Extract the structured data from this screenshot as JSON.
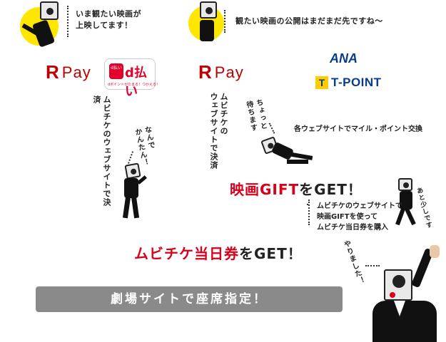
{
  "steps": {
    "left_bubble": "いま観たい映画が\n上映してます！",
    "right_bubble": "観たい映画の公開はまだまだ先ですね〜",
    "left_vertical": "ムビチケのウェブサイトで決済",
    "right_vertical": "ムビチケの\nウェブサイトで決済",
    "nande": "なんで\nかんたん！",
    "chotto": "ちょっと\n待ちます",
    "exchange": "各ウェブサイトでマイル・ポイント交換",
    "gift_red": "映画GIFT",
    "gift_black": "をGET！",
    "ato_sukoshi": "あと少しです",
    "gift_use": "ムビチケのウェブサイトで\n映画GIFTを使って\nムビチケ当日券を購入",
    "tojitsu_red": "ムビチケ当日券",
    "tojitsu_black": "をGET！",
    "yarimashita": "やりました！",
    "banner": "劇場サイトで座席指定！"
  },
  "logos": {
    "rpay_r": "R",
    "rpay_pay": "Pay",
    "dpay_badge": "d払い",
    "dpay_main": "d払い",
    "dpay_sub": "dポイントがたまる！つかえる！",
    "ana": "ANA",
    "tpoint_t": "T",
    "tpoint_text": "T-POINT"
  }
}
